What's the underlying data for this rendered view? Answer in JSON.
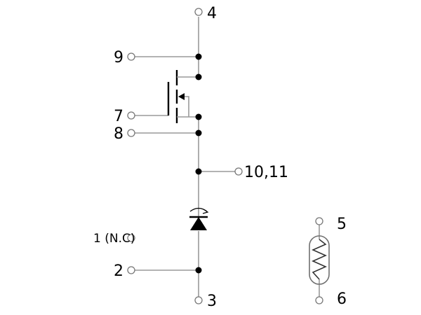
{
  "diagram": {
    "pins": {
      "pin4": "4",
      "pin9": "9",
      "pin7": "7",
      "pin8": "8",
      "pin10_11": "10,11",
      "pin1": "1 (N.C)",
      "pin2": "2",
      "pin3": "3",
      "pin5": "5",
      "pin6": "6"
    },
    "components": {
      "transistor": "mosfet-icon",
      "diode": "zener-diode-icon",
      "thermistor": "thermistor-icon"
    },
    "colors": {
      "wire": "#9a9a9a",
      "symbol": "#000000",
      "terminal": "#777777"
    }
  }
}
